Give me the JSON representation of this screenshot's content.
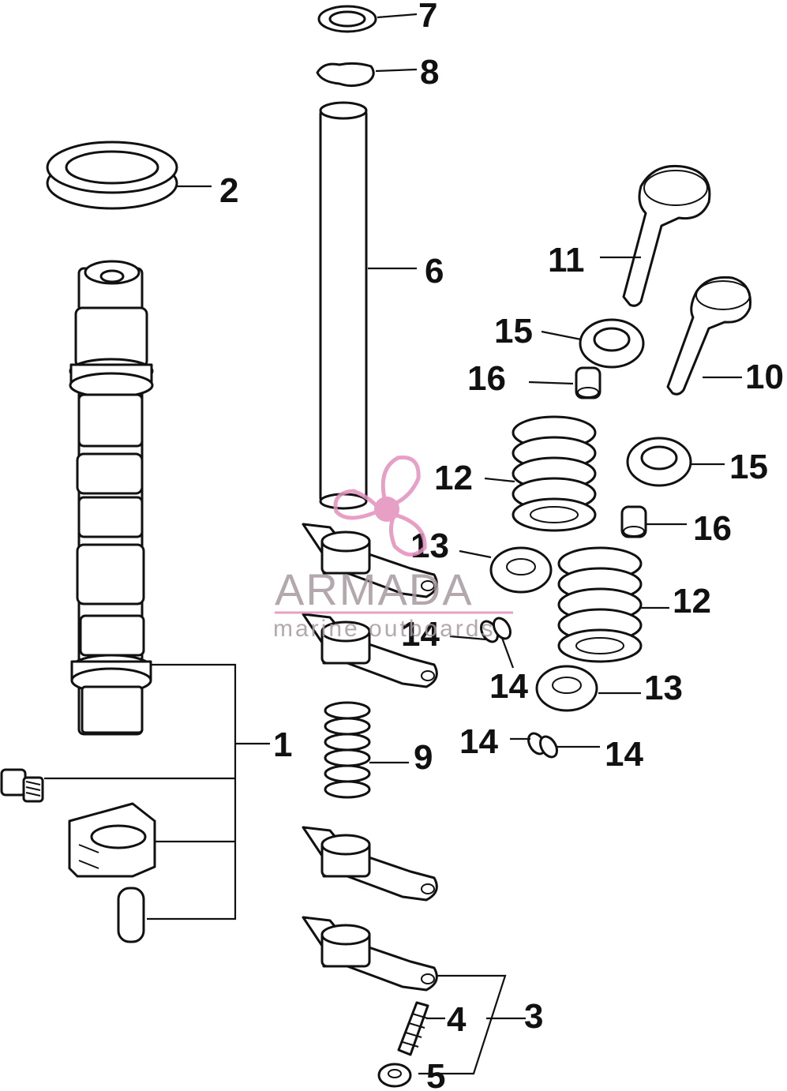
{
  "callouts": {
    "c1": "1",
    "c2": "2",
    "c3": "3",
    "c4": "4",
    "c5": "5",
    "c6": "6",
    "c7": "7",
    "c8": "8",
    "c9": "9",
    "c10": "10",
    "c11": "11",
    "c12a": "12",
    "c12b": "12",
    "c13a": "13",
    "c13b": "13",
    "c14a": "14",
    "c14b": "14",
    "c14c": "14",
    "c14d": "14",
    "c15a": "15",
    "c15b": "15",
    "c16a": "16",
    "c16b": "16"
  },
  "watermark": {
    "brand": "ARMADA",
    "tagline": "marine outboards",
    "logo_icon": "propeller-icon",
    "logo_color": "#e38fbd",
    "text_color": "#a79aa2"
  },
  "colors": {
    "line": "#111111",
    "background": "#ffffff"
  }
}
